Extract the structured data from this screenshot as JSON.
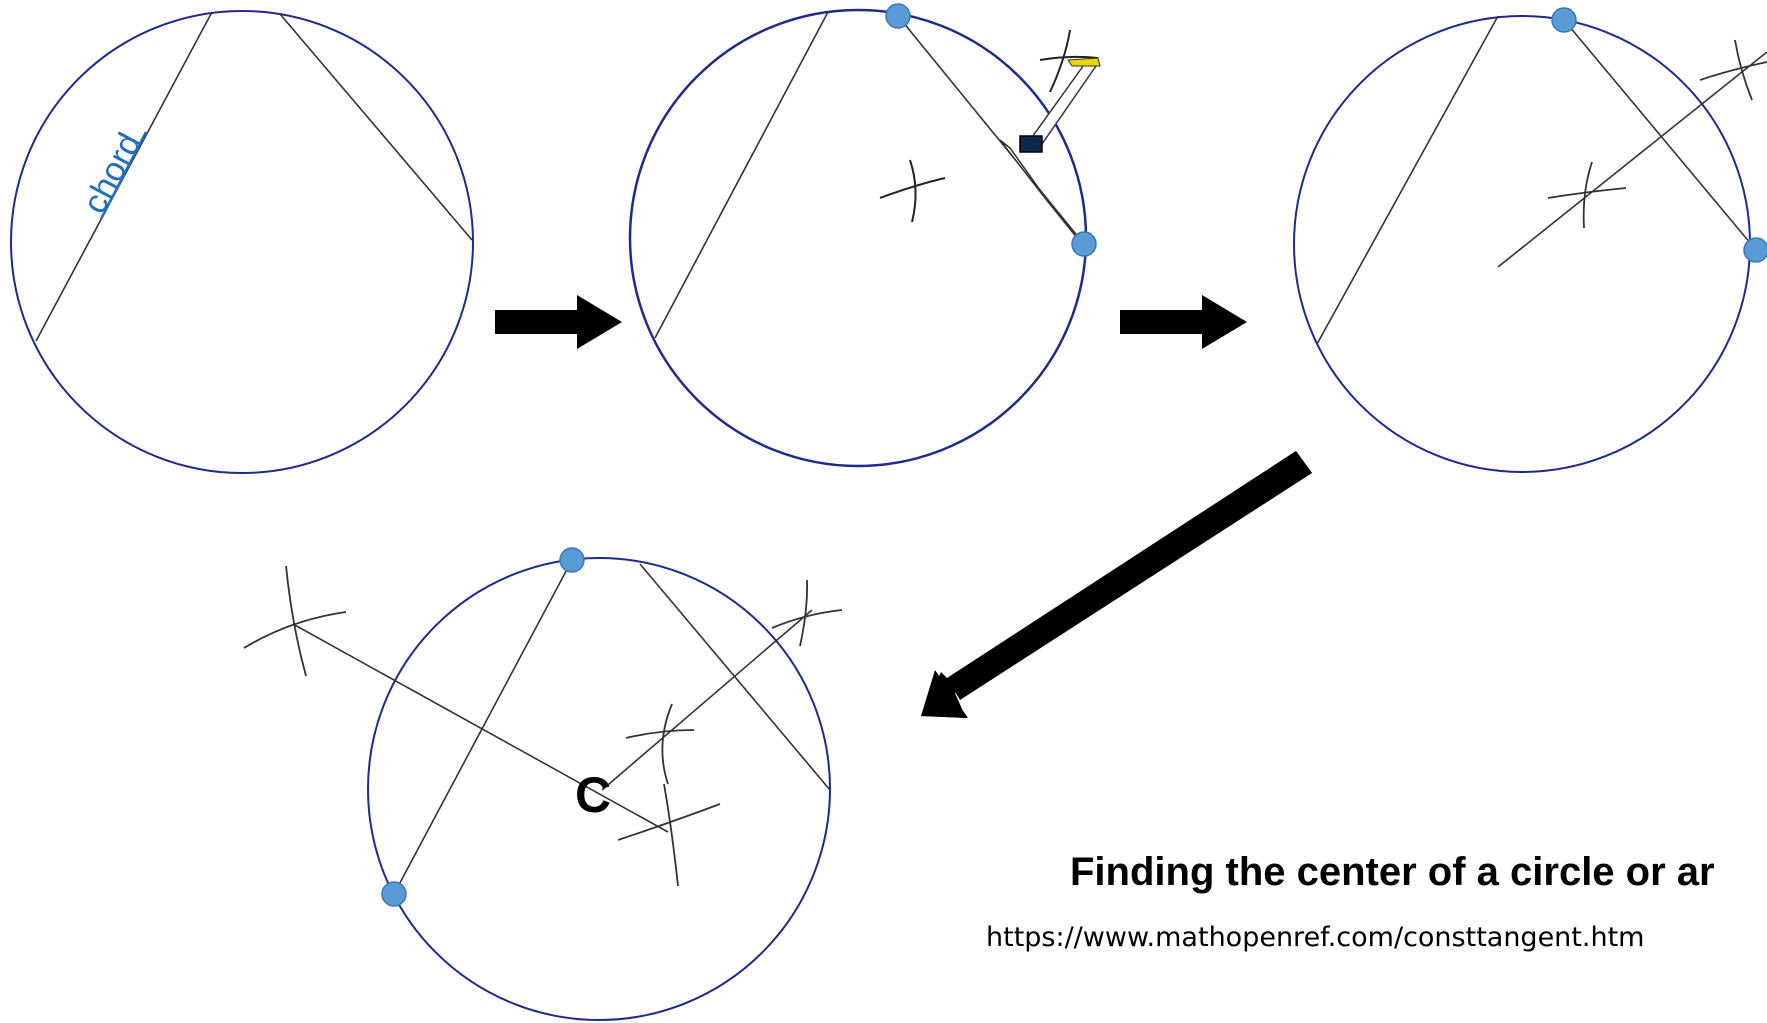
{
  "labels": {
    "chord": "chord",
    "center": "C"
  },
  "caption": {
    "title": "Finding the center of a circle or ar",
    "url": "https://www.mathopenref.com/consttangent.htm"
  },
  "colors": {
    "circle": "#1f2a8c",
    "line": "#333333",
    "point": "#5b9bd5",
    "label_chord": "#1f6fbf",
    "compass_hinge": "#0d2a4a",
    "compass_tip": "#e8d800"
  }
}
